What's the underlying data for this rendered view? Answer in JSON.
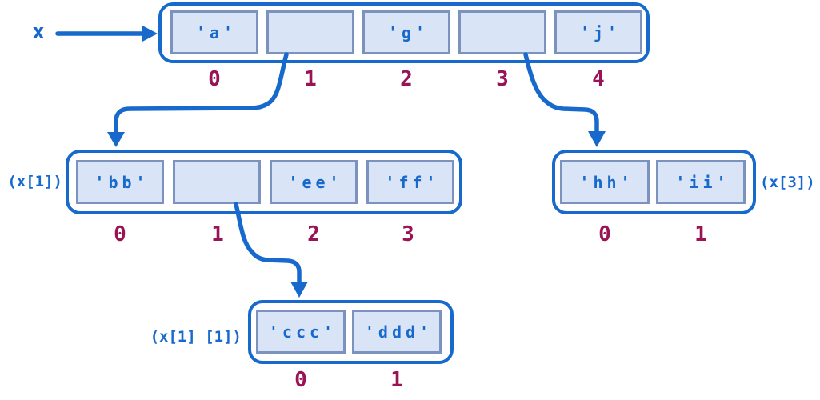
{
  "colors": {
    "accent_blue": "#176ACB",
    "cell_fill": "#D9E4F7",
    "cell_border": "#7B93BE",
    "index_color": "#991457",
    "background": "#FFFFFF"
  },
  "lists": [
    {
      "id": "x",
      "label": "x",
      "cells": [
        "'a'",
        "",
        "'g'",
        "",
        "'j'"
      ],
      "indices": [
        "0",
        "1",
        "2",
        "3",
        "4"
      ]
    },
    {
      "id": "x1",
      "label": "(x[1])",
      "cells": [
        "'bb'",
        "",
        "'ee'",
        "'ff'"
      ],
      "indices": [
        "0",
        "1",
        "2",
        "3"
      ]
    },
    {
      "id": "x3",
      "label": "(x[3])",
      "cells": [
        "'hh'",
        "'ii'"
      ],
      "indices": [
        "0",
        "1"
      ]
    },
    {
      "id": "x11",
      "label": "(x[1] [1])",
      "cells": [
        "'ccc'",
        "'ddd'"
      ],
      "indices": [
        "0",
        "1"
      ]
    }
  ],
  "arrows": [
    {
      "name": "x-variable-arrow",
      "from": "x",
      "to": "list x"
    },
    {
      "name": "pointer-arrow-x1",
      "from": "x index 1",
      "to": "list (x[1])"
    },
    {
      "name": "pointer-arrow-x3",
      "from": "x index 3",
      "to": "list (x[3])"
    },
    {
      "name": "pointer-arrow-x11",
      "from": "(x[1]) index 1",
      "to": "list (x[1][1])"
    }
  ]
}
